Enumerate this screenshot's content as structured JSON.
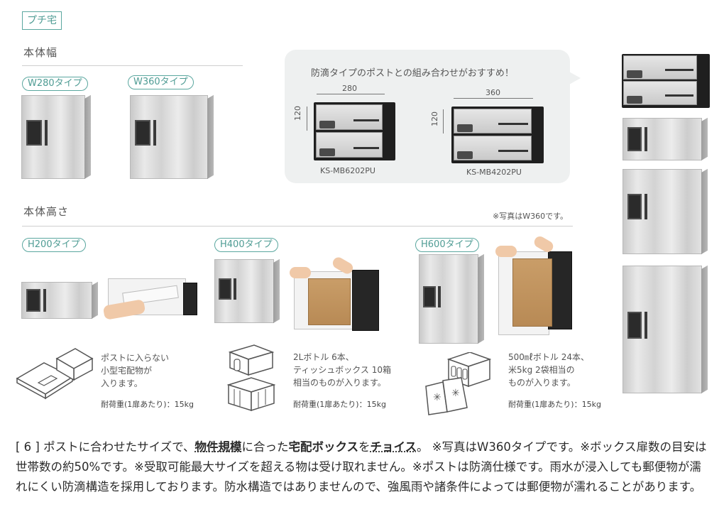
{
  "header": {
    "brand_tag": "プチ宅"
  },
  "width_section": {
    "title": "本体幅",
    "types": [
      "W280タイプ",
      "W360タイプ"
    ]
  },
  "combo": {
    "headline": "防滴タイプのポストとの組み合わせがおすすめ！",
    "items": [
      {
        "width": "280",
        "height": "120",
        "model": "KS-MB6202PU"
      },
      {
        "width": "360",
        "height": "120",
        "model": "KS-MB4202PU"
      }
    ]
  },
  "height_section": {
    "title": "本体高さ",
    "note": "※写真はW360です。",
    "types": [
      {
        "label": "H200タイプ",
        "desc": "ポストに入らない\n小型宅配物が\n入ります。",
        "load": "耐荷重(1扉あたり)：15kg"
      },
      {
        "label": "H400タイプ",
        "desc": "2Lボトル 6本、\nティッシュボックス 10箱\n相当のものが入ります。",
        "load": "耐荷重(1扉あたり)：15kg"
      },
      {
        "label": "H600タイプ",
        "desc": "500㎖ボトル 24本、\n米5kg 2袋相当の\nものが入ります。",
        "load": "耐荷重(1扉あたり)：15kg"
      }
    ]
  },
  "caption": {
    "p1": "[ 6 ] ポストに合わせたサイズで、",
    "b1": "物件規模",
    "p2": "に合った",
    "b2": "宅配ボックス",
    "p3": "を",
    "b3": "チョイス",
    "p4": "。 ※写真はW360タイプです。※ボックス扉数の目安は世帯数の約50%です。※受取可能最大サイズを超える物は受け取れません。※ポストは防滴仕様です。雨水が浸入しても郵便物が濡れにくい防滴構造を採用しております。防水構造ではありませんので、強風雨や諸条件によっては郵便物が濡れることがあります。"
  }
}
